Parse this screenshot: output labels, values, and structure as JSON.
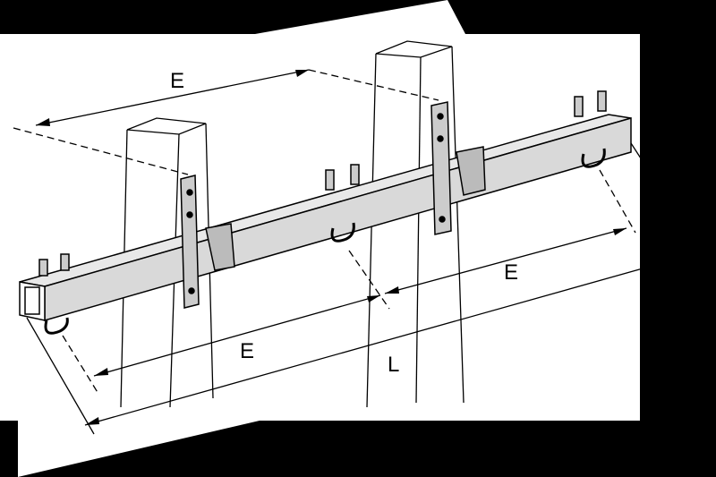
{
  "diagram": {
    "labels": {
      "e_top": "E",
      "e_right": "E",
      "e_bottom": "E",
      "l_total": "L"
    },
    "colors": {
      "background": "#000000",
      "paper": "#ffffff",
      "beam": "#d9d9d9",
      "line": "#000000"
    }
  }
}
